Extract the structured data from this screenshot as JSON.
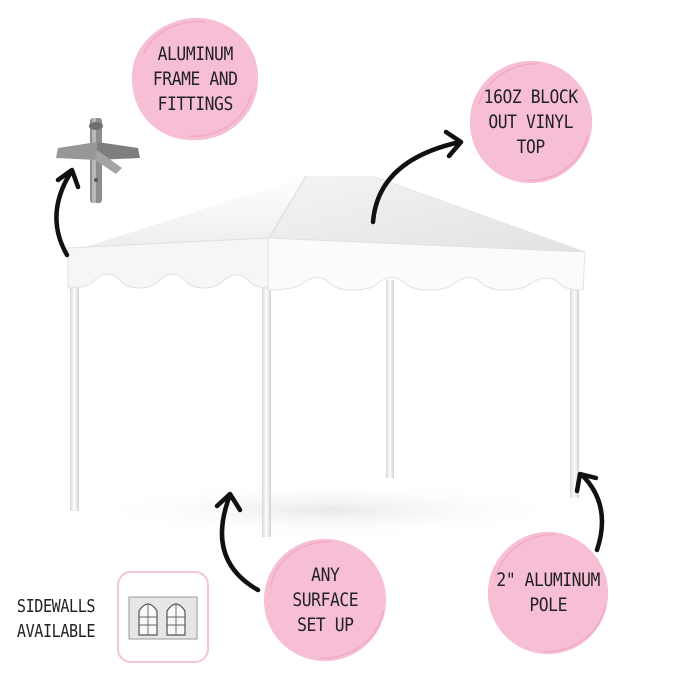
{
  "callouts": {
    "frame": {
      "lines": [
        "ALUMINUM",
        "FRAME AND",
        "FITTINGS"
      ]
    },
    "top": {
      "lines": [
        "16OZ BLOCK",
        "OUT VINYL",
        "TOP"
      ]
    },
    "surface": {
      "lines": [
        "ANY",
        "SURFACE",
        "SET UP"
      ]
    },
    "pole": {
      "lines": [
        "2\" ALUMINUM",
        "POLE"
      ]
    }
  },
  "sidewalls": {
    "lines": [
      "SIDEWALLS",
      "AVAILABLE"
    ]
  },
  "colors": {
    "blob_pink": "#f7bfd6",
    "blob_border": "#f5c4d7",
    "arrow": "#111111",
    "canopy": "#ffffff",
    "pole": "#e6e6e6"
  },
  "icons": [
    "tent-illustration",
    "fitting-icon",
    "sidewall-icon",
    "curved-arrow-icon"
  ]
}
